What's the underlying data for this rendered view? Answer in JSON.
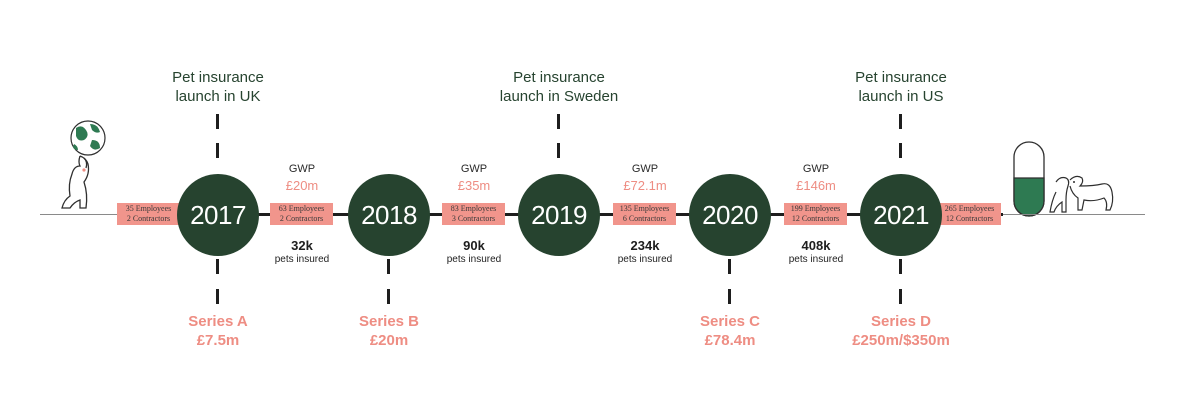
{
  "milestones": [
    {
      "year": "2017",
      "staff_employees": "35 Employees",
      "staff_contractors": "2 Contractors",
      "launch_line1": "Pet insurance",
      "launch_line2": "launch in UK",
      "funding_round": "Series A",
      "funding_amount": "£7.5m"
    },
    {
      "year": "2018",
      "staff_employees": "63 Employees",
      "staff_contractors": "2 Contractors",
      "launch_line1": "",
      "launch_line2": "",
      "funding_round": "Series B",
      "funding_amount": "£20m"
    },
    {
      "year": "2019",
      "staff_employees": "83 Employees",
      "staff_contractors": "3 Contractors",
      "launch_line1": "Pet insurance",
      "launch_line2": "launch in Sweden",
      "funding_round": "",
      "funding_amount": ""
    },
    {
      "year": "2020",
      "staff_employees": "135 Employees",
      "staff_contractors": "6 Contractors",
      "launch_line1": "",
      "launch_line2": "",
      "funding_round": "Series C",
      "funding_amount": "£78.4m"
    },
    {
      "year": "2021",
      "staff_employees": "199 Employees",
      "staff_contractors": "12 Contractors",
      "launch_line1": "Pet insurance",
      "launch_line2": "launch in US",
      "funding_round": "Series D",
      "funding_amount": "£250m/$350m"
    }
  ],
  "end_staff": {
    "staff_employees": "265 Employees",
    "staff_contractors": "12 Contractors"
  },
  "intervals": [
    {
      "gwp_label": "GWP",
      "gwp_value": "£20m",
      "pets_count": "32k",
      "pets_label": "pets insured"
    },
    {
      "gwp_label": "GWP",
      "gwp_value": "£35m",
      "pets_count": "90k",
      "pets_label": "pets insured"
    },
    {
      "gwp_label": "GWP",
      "gwp_value": "£72.1m",
      "pets_count": "234k",
      "pets_label": "pets insured"
    },
    {
      "gwp_label": "GWP",
      "gwp_value": "£146m",
      "pets_count": "408k",
      "pets_label": "pets insured"
    }
  ],
  "colors": {
    "circle": "#26432f",
    "accent": "#ee8d83",
    "staff_box": "#f1958c",
    "line": "#1e1e1e"
  },
  "icons": {
    "start": "dog-with-globe-illustration",
    "end": "pill-capsule-with-dogs-illustration"
  }
}
